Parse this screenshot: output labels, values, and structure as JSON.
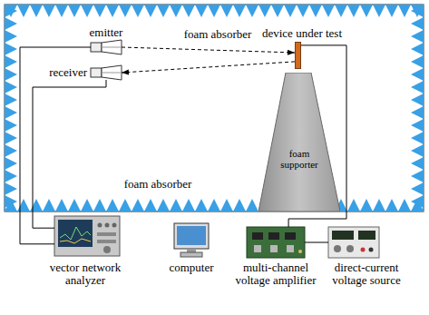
{
  "diagram": {
    "nodes": [
      {
        "text": [
          "foam absorber",
          "foam absorber"
        ]
      },
      {
        "text": [
          "emitter"
        ],
        "in": 0
      },
      {
        "text": [
          "receiver"
        ],
        "in": 0
      },
      {
        "text": [
          "device under test"
        ],
        "in": 0
      },
      {
        "text": [
          "foam supporter"
        ],
        "in": 0
      },
      {
        "text": [
          "vector network analyzer"
        ]
      },
      {
        "text": [
          "computer"
        ]
      },
      {
        "text": [
          "multi-channel voltage amplifier"
        ]
      },
      {
        "text": [
          "direct-current voltage source"
        ]
      }
    ],
    "edges": [
      {
        "from": 1,
        "to": 3,
        "arrow": "to"
      },
      {
        "from": 3,
        "to": 2,
        "arrow": "to"
      },
      {
        "from": 1,
        "to": 5,
        "arrow": "none"
      },
      {
        "from": 2,
        "to": 5,
        "arrow": "none"
      },
      {
        "from": 3,
        "to": 7,
        "arrow": "none"
      },
      {
        "from": 7,
        "to": 8,
        "arrow": "none"
      }
    ]
  }
}
